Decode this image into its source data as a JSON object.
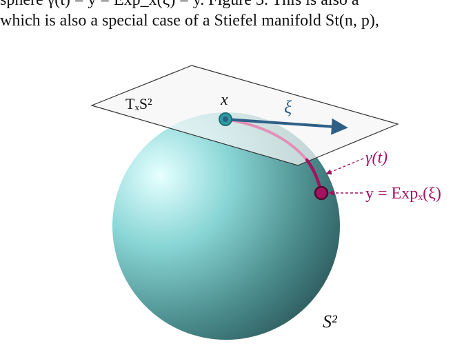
{
  "text": {
    "line1": "sphere  γ(t) = y = Exp_x(ξ) = y. Figure 3. This is also a",
    "line2": "which is also a special case of a Stiefel manifold St(n, p),"
  },
  "figure": {
    "tangent_space_label": "TₓS²",
    "point_x_label": "x",
    "tangent_vector_label": "ξ",
    "geodesic_label": "γ(t)",
    "exp_label": "y = Expₓ(ξ)",
    "sphere_label": "S²"
  },
  "colors": {
    "sphere_light": "#e6ffff",
    "sphere_mid": "#8ad6d6",
    "sphere_dark": "#2f5e60",
    "plane_fill": "#f2f2f2",
    "plane_stroke": "#333333",
    "vector": "#2e5f86",
    "point_x": "#2a9aa3",
    "geodesic": "#a3135f",
    "geodesic_hidden": "#e38fb7",
    "label_blue": "#2e5f86"
  }
}
